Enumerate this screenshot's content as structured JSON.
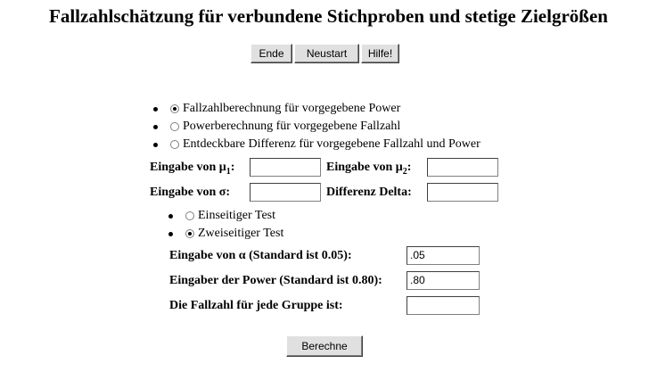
{
  "title": "Fallzahlschätzung für verbundene Stichproben und stetige Zielgrößen",
  "buttons": {
    "ende": "Ende",
    "neustart": "Neustart",
    "hilfe": "Hilfe!",
    "berechne": "Berechne"
  },
  "mode_options": [
    {
      "label": "Fallzahlberechnung für vorgegebene Power",
      "selected": true
    },
    {
      "label": "Powerberechnung für vorgegebene Fallzahl",
      "selected": false
    },
    {
      "label": "Entdeckbare Differenz für vorgegebene Fallzahl und Power",
      "selected": false
    }
  ],
  "inputs": {
    "mu1_label_prefix": "Eingabe von μ",
    "mu1_sub": "1",
    "mu1_suffix": ":",
    "mu1_value": "",
    "mu2_label_prefix": "Eingabe von μ",
    "mu2_sub": "2",
    "mu2_suffix": ":",
    "mu2_value": "",
    "sigma_label": "Eingabe von σ:",
    "sigma_value": "",
    "delta_label": "Differenz Delta:",
    "delta_value": ""
  },
  "test_options": [
    {
      "label": "Einseitiger Test",
      "selected": false
    },
    {
      "label": "Zweiseitiger Test",
      "selected": true
    }
  ],
  "alpha": {
    "label": "Eingabe von α (Standard ist 0.05):",
    "value": ".05"
  },
  "power": {
    "label": "Eingaber der Power (Standard ist 0.80):",
    "value": ".80"
  },
  "result": {
    "label": "Die Fallzahl für jede Gruppe ist:",
    "value": ""
  }
}
